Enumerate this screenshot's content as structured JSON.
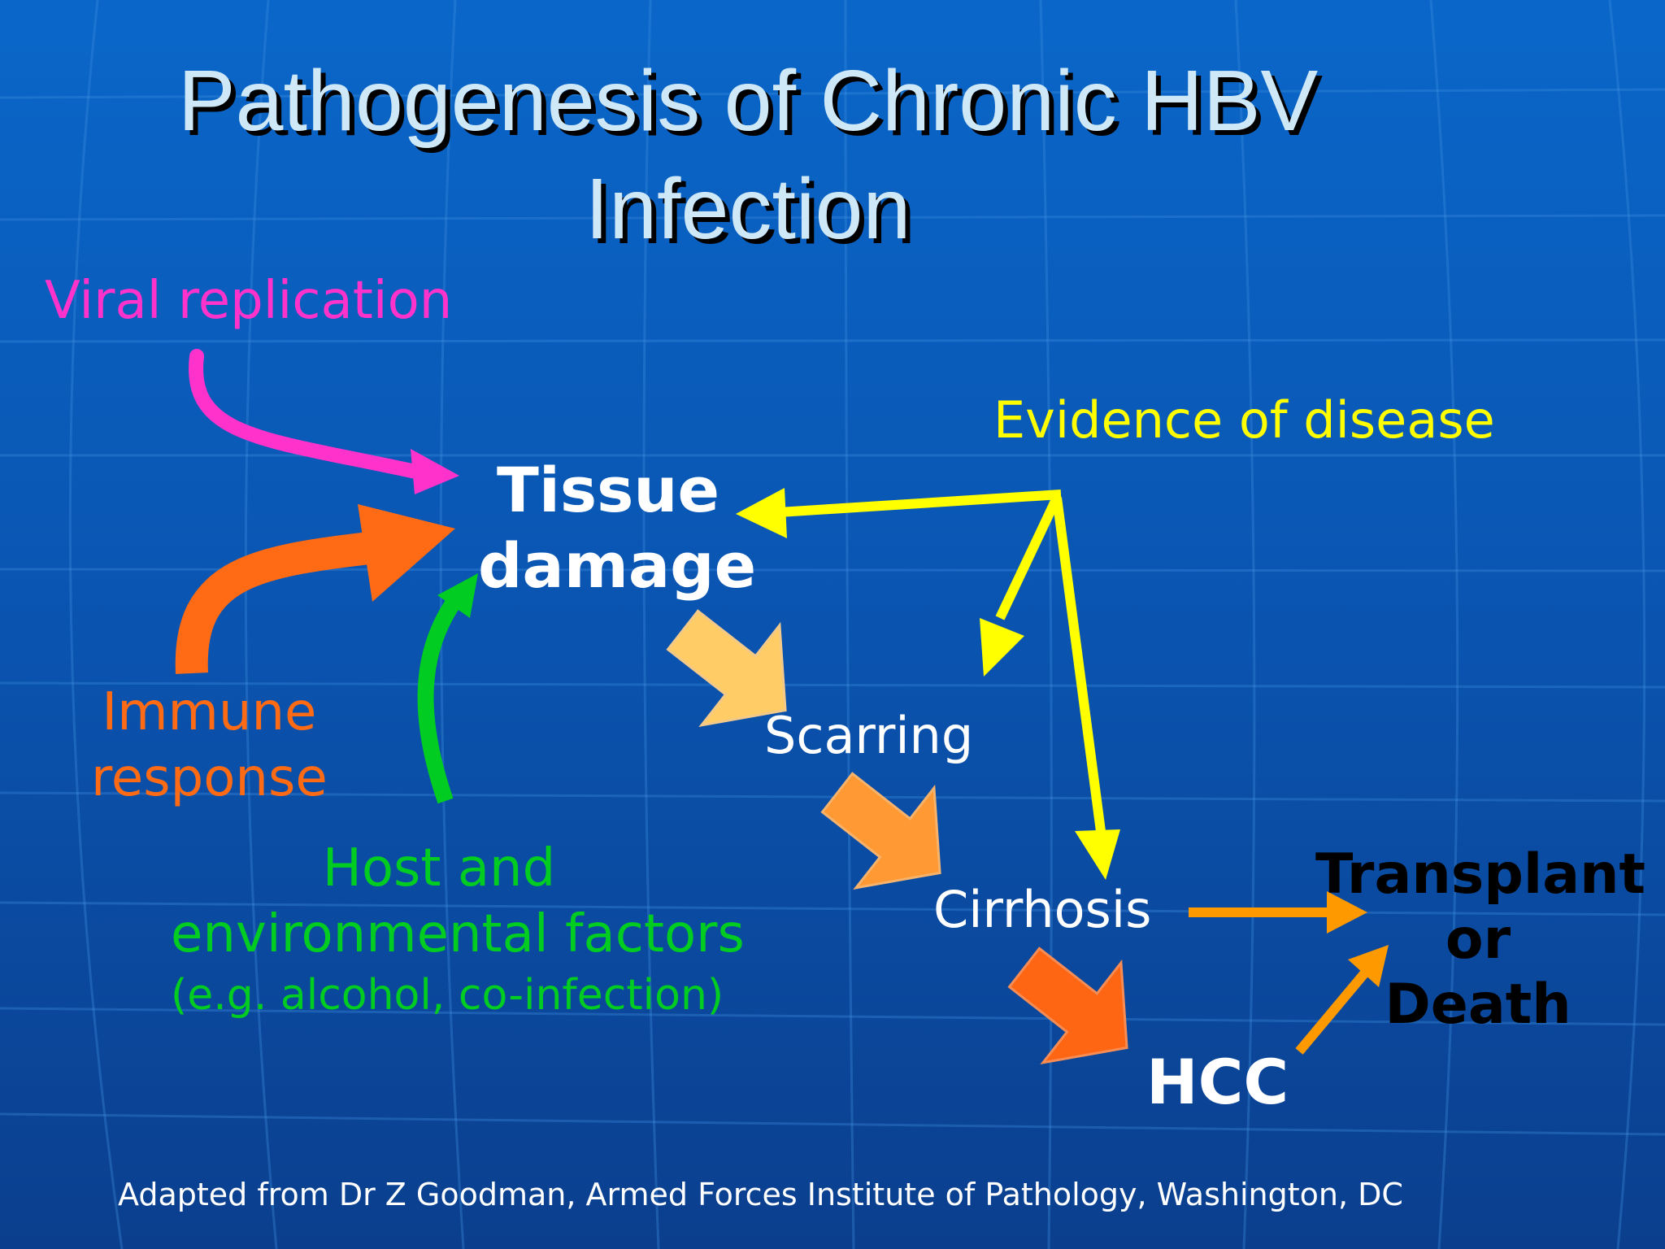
{
  "title": {
    "line1": "Pathogenesis of Chronic HBV",
    "line2": "Infection"
  },
  "factors": {
    "viral": "Viral replication",
    "immune_line1": "Immune",
    "immune_line2": "response",
    "host_line1": "Host and",
    "host_line2": "environmental factors",
    "host_line3": "(e.g. alcohol, co-infection)"
  },
  "nodes": {
    "tissue_line1": "Tissue",
    "tissue_line2": "damage",
    "scarring": "Scarring",
    "cirrhosis": "Cirrhosis",
    "hcc": "HCC",
    "outcome_line1": "Transplant",
    "outcome_line2": "or",
    "outcome_line3": "Death"
  },
  "evidence": "Evidence of disease",
  "footer": "Adapted from Dr Z Goodman, Armed Forces Institute of Pathology, Washington, DC",
  "colors": {
    "viral": "#ff33cc",
    "immune": "#ff6a14",
    "host": "#00cc22",
    "evidence": "#ffff00",
    "progression_1": "#ffcc66",
    "progression_2": "#ff9933",
    "progression_3": "#ff6614",
    "outcome_arrows": "#ff9900"
  }
}
